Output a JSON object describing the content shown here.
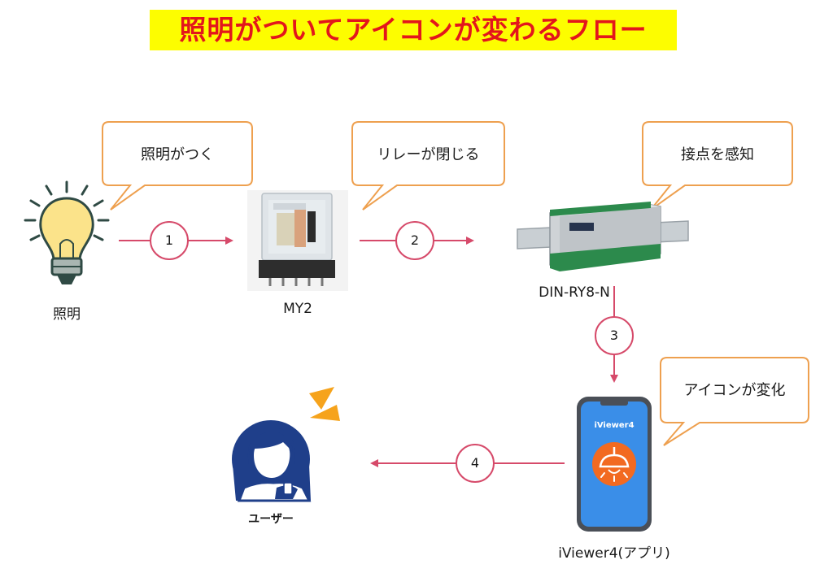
{
  "title": "照明がついてアイコンが変わるフロー",
  "nodes": {
    "light": {
      "label": "照明"
    },
    "relay": {
      "label": "MY2"
    },
    "device": {
      "label": "DIN-RY8-N"
    },
    "app": {
      "label": "iViewer4(アプリ)",
      "screen_title": "iViewer4"
    },
    "user": {
      "label": "ユーザー"
    }
  },
  "bubbles": {
    "light_on": "照明がつく",
    "relay_close": "リレーが閉じる",
    "contact_detect": "接点を感知",
    "icon_change": "アイコンが変化"
  },
  "steps": [
    "1",
    "2",
    "3",
    "4"
  ],
  "colors": {
    "title_bg": "#fdfd00",
    "title_text": "#e3161c",
    "arrow": "#d64a6a",
    "bubble_border": "#eea04f",
    "app_screen": "#3a8ee8",
    "app_icon": "#f26a21",
    "user_blue": "#1f3f8a",
    "alert_orange": "#f6a31b"
  },
  "icons": [
    "lightbulb-icon",
    "relay-icon",
    "din-rail-device-icon",
    "smartphone-icon",
    "pendant-lamp-icon",
    "user-avatar-icon",
    "alert-lines-icon"
  ]
}
